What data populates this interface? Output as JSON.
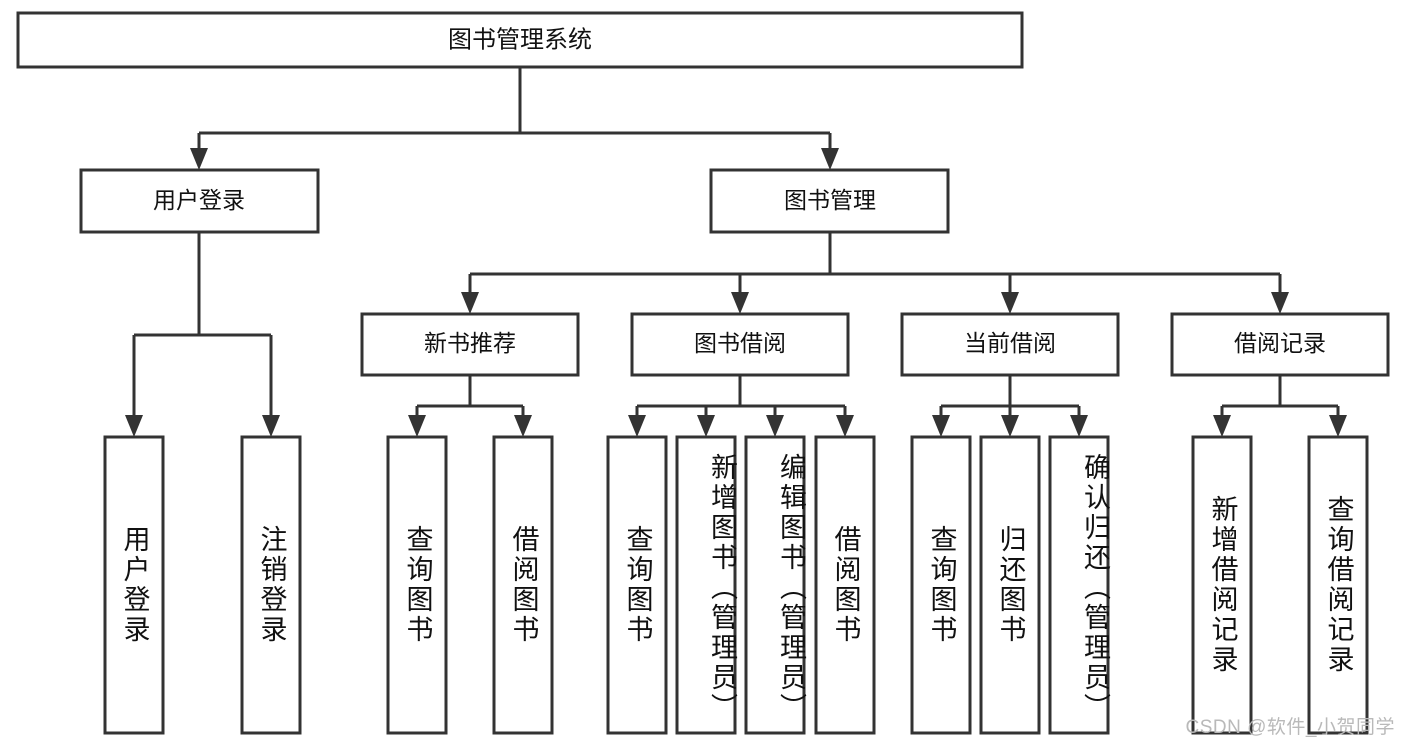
{
  "diagram": {
    "type": "tree-hierarchy-chart",
    "title": "图书管理系统",
    "orientation": "top-down",
    "levels": 4,
    "root": {
      "label": "图书管理系统",
      "children": [
        {
          "label": "用户登录",
          "children": [
            {
              "label": "用户登录"
            },
            {
              "label": "注销登录"
            }
          ]
        },
        {
          "label": "图书管理",
          "children": [
            {
              "label": "新书推荐",
              "children": [
                {
                  "label": "查询图书"
                },
                {
                  "label": "借阅图书"
                }
              ]
            },
            {
              "label": "图书借阅",
              "children": [
                {
                  "label": "查询图书"
                },
                {
                  "label": "新增图书（管理员）"
                },
                {
                  "label": "编辑图书（管理员）"
                },
                {
                  "label": "借阅图书"
                }
              ]
            },
            {
              "label": "当前借阅",
              "children": [
                {
                  "label": "查询图书"
                },
                {
                  "label": "归还图书"
                },
                {
                  "label": "确认归还（管理员）"
                }
              ]
            },
            {
              "label": "借阅记录",
              "children": [
                {
                  "label": "新增借阅记录"
                },
                {
                  "label": "查询借阅记录"
                }
              ]
            }
          ]
        }
      ]
    }
  },
  "nodes": {
    "root": {
      "label": "图书管理系统"
    },
    "l2": [
      {
        "label": "用户登录"
      },
      {
        "label": "图书管理"
      }
    ],
    "l3": [
      {
        "label": "新书推荐"
      },
      {
        "label": "图书借阅"
      },
      {
        "label": "当前借阅"
      },
      {
        "label": "借阅记录"
      }
    ],
    "leaves_login": [
      {
        "label": "用户登录"
      },
      {
        "label": "注销登录"
      }
    ],
    "leaves_newbook": [
      {
        "label": "查询图书"
      },
      {
        "label": "借阅图书"
      }
    ],
    "leaves_borrow": [
      {
        "label": "查询图书"
      },
      {
        "label": "新增图书（管理员）"
      },
      {
        "label": "编辑图书（管理员）"
      },
      {
        "label": "借阅图书"
      }
    ],
    "leaves_current": [
      {
        "label": "查询图书"
      },
      {
        "label": "归还图书"
      },
      {
        "label": "确认归还（管理员）"
      }
    ],
    "leaves_record": [
      {
        "label": "新增借阅记录"
      },
      {
        "label": "查询借阅记录"
      }
    ]
  },
  "colors": {
    "box_stroke": "#333333",
    "box_fill": "#ffffff",
    "connector": "#333333",
    "text": "#111111",
    "background": "#ffffff",
    "watermark": "#b9b9b9"
  },
  "watermark": {
    "text": "CSDN @软件_小贺同学"
  }
}
